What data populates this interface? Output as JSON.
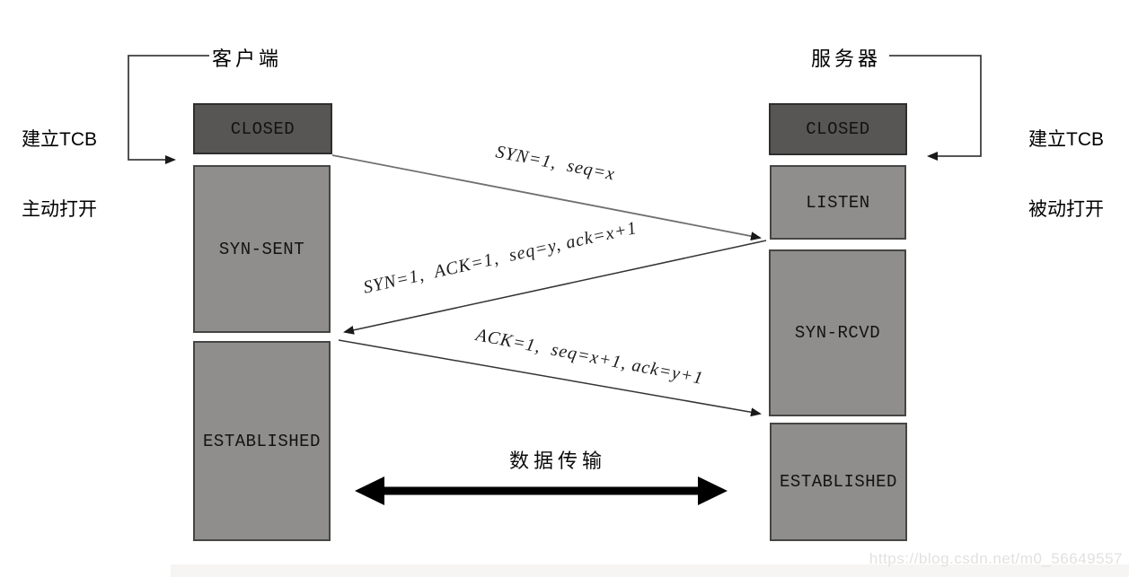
{
  "diagram": {
    "title_semantic": "TCP three-way handshake state diagram",
    "client": {
      "title": "客户端",
      "note": {
        "line1": "建立TCB",
        "line2": "主动打开"
      },
      "states": [
        {
          "label": "CLOSED",
          "variant": "dark"
        },
        {
          "label": "SYN-SENT",
          "variant": "light"
        },
        {
          "label": "ESTABLISHED",
          "variant": "light"
        }
      ]
    },
    "server": {
      "title": "服务器",
      "note": {
        "line1": "建立TCB",
        "line2": "被动打开"
      },
      "states": [
        {
          "label": "CLOSED",
          "variant": "dark"
        },
        {
          "label": "LISTEN",
          "variant": "light"
        },
        {
          "label": "SYN-RCVD",
          "variant": "light"
        },
        {
          "label": "ESTABLISHED",
          "variant": "light"
        }
      ]
    },
    "messages": [
      {
        "label": "SYN=1,  seq=x",
        "from": "client",
        "to": "server"
      },
      {
        "label": "SYN=1,  ACK=1,  seq=y, ack=x+1",
        "from": "server",
        "to": "client"
      },
      {
        "label": "ACK=1,  seq=x+1, ack=y+1",
        "from": "client",
        "to": "server"
      }
    ],
    "data_transfer_label": "数据传输",
    "watermark": "https://blog.csdn.net/m0_56649557",
    "colors": {
      "dark_box": "#585654",
      "light_box": "#8f8e8c",
      "box_border_dark": "#2e2e2c",
      "box_border_light": "#454543",
      "arrow_line": "#333333",
      "first_arrow_line": "#6f6f6f"
    }
  }
}
